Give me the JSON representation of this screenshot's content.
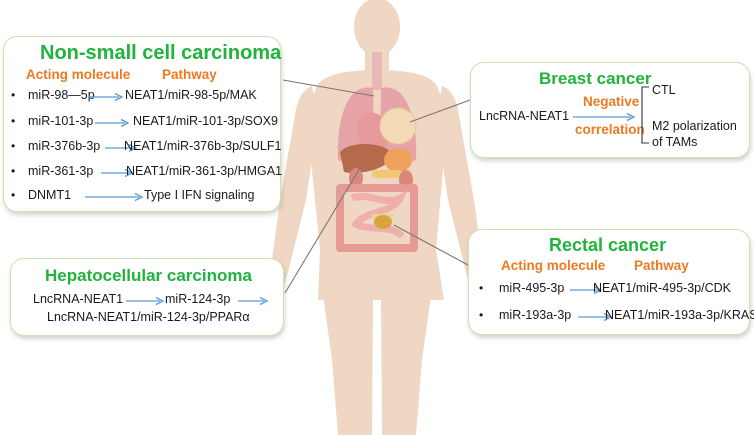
{
  "colors": {
    "title_green": "#21b33c",
    "header_orange": "#ec7a21",
    "arrow_blue": "#5b9bd5",
    "body_skin": "#efd7c3",
    "box_border": "#cfe0b8"
  },
  "nsclc": {
    "title": "Non-small cell carcinoma",
    "col_molecule": "Acting molecule",
    "col_pathway": "Pathway",
    "rows": [
      {
        "molecule": "miR-98—5p",
        "pathway": "NEAT1/miR-98-5p/MAK"
      },
      {
        "molecule": "miR-101-3p",
        "pathway": "NEAT1/miR-101-3p/SOX9"
      },
      {
        "molecule": "miR-376b-3p",
        "pathway": "NEAT1/miR-376b-3p/SULF1"
      },
      {
        "molecule": "miR-361-3p",
        "pathway": "NEAT1/miR-361-3p/HMGA1"
      },
      {
        "molecule": "DNMT1",
        "pathway": "Type I IFN signaling"
      }
    ]
  },
  "breast": {
    "title": "Breast cancer",
    "molecule": "LncRNA-NEAT1",
    "relation_line1": "Negative",
    "relation_line2": "correlation",
    "target1": "CTL",
    "target2_line1": "M2 polarization",
    "target2_line2": "of TAMs"
  },
  "hcc": {
    "title": "Hepatocellular carcinoma",
    "molecule": "LncRNA-NEAT1",
    "target": "miR-124-3p",
    "pathway": "LncRNA-NEAT1/miR-124-3p/PPARα"
  },
  "rectal": {
    "title": "Rectal cancer",
    "col_molecule": "Acting molecule",
    "col_pathway": "Pathway",
    "rows": [
      {
        "molecule": "miR-495-3p",
        "pathway": "NEAT1/miR-495-3p/CDK"
      },
      {
        "molecule": "miR-193a-3p",
        "pathway": "NEAT1/miR-193a-3p/KRAS"
      }
    ]
  }
}
